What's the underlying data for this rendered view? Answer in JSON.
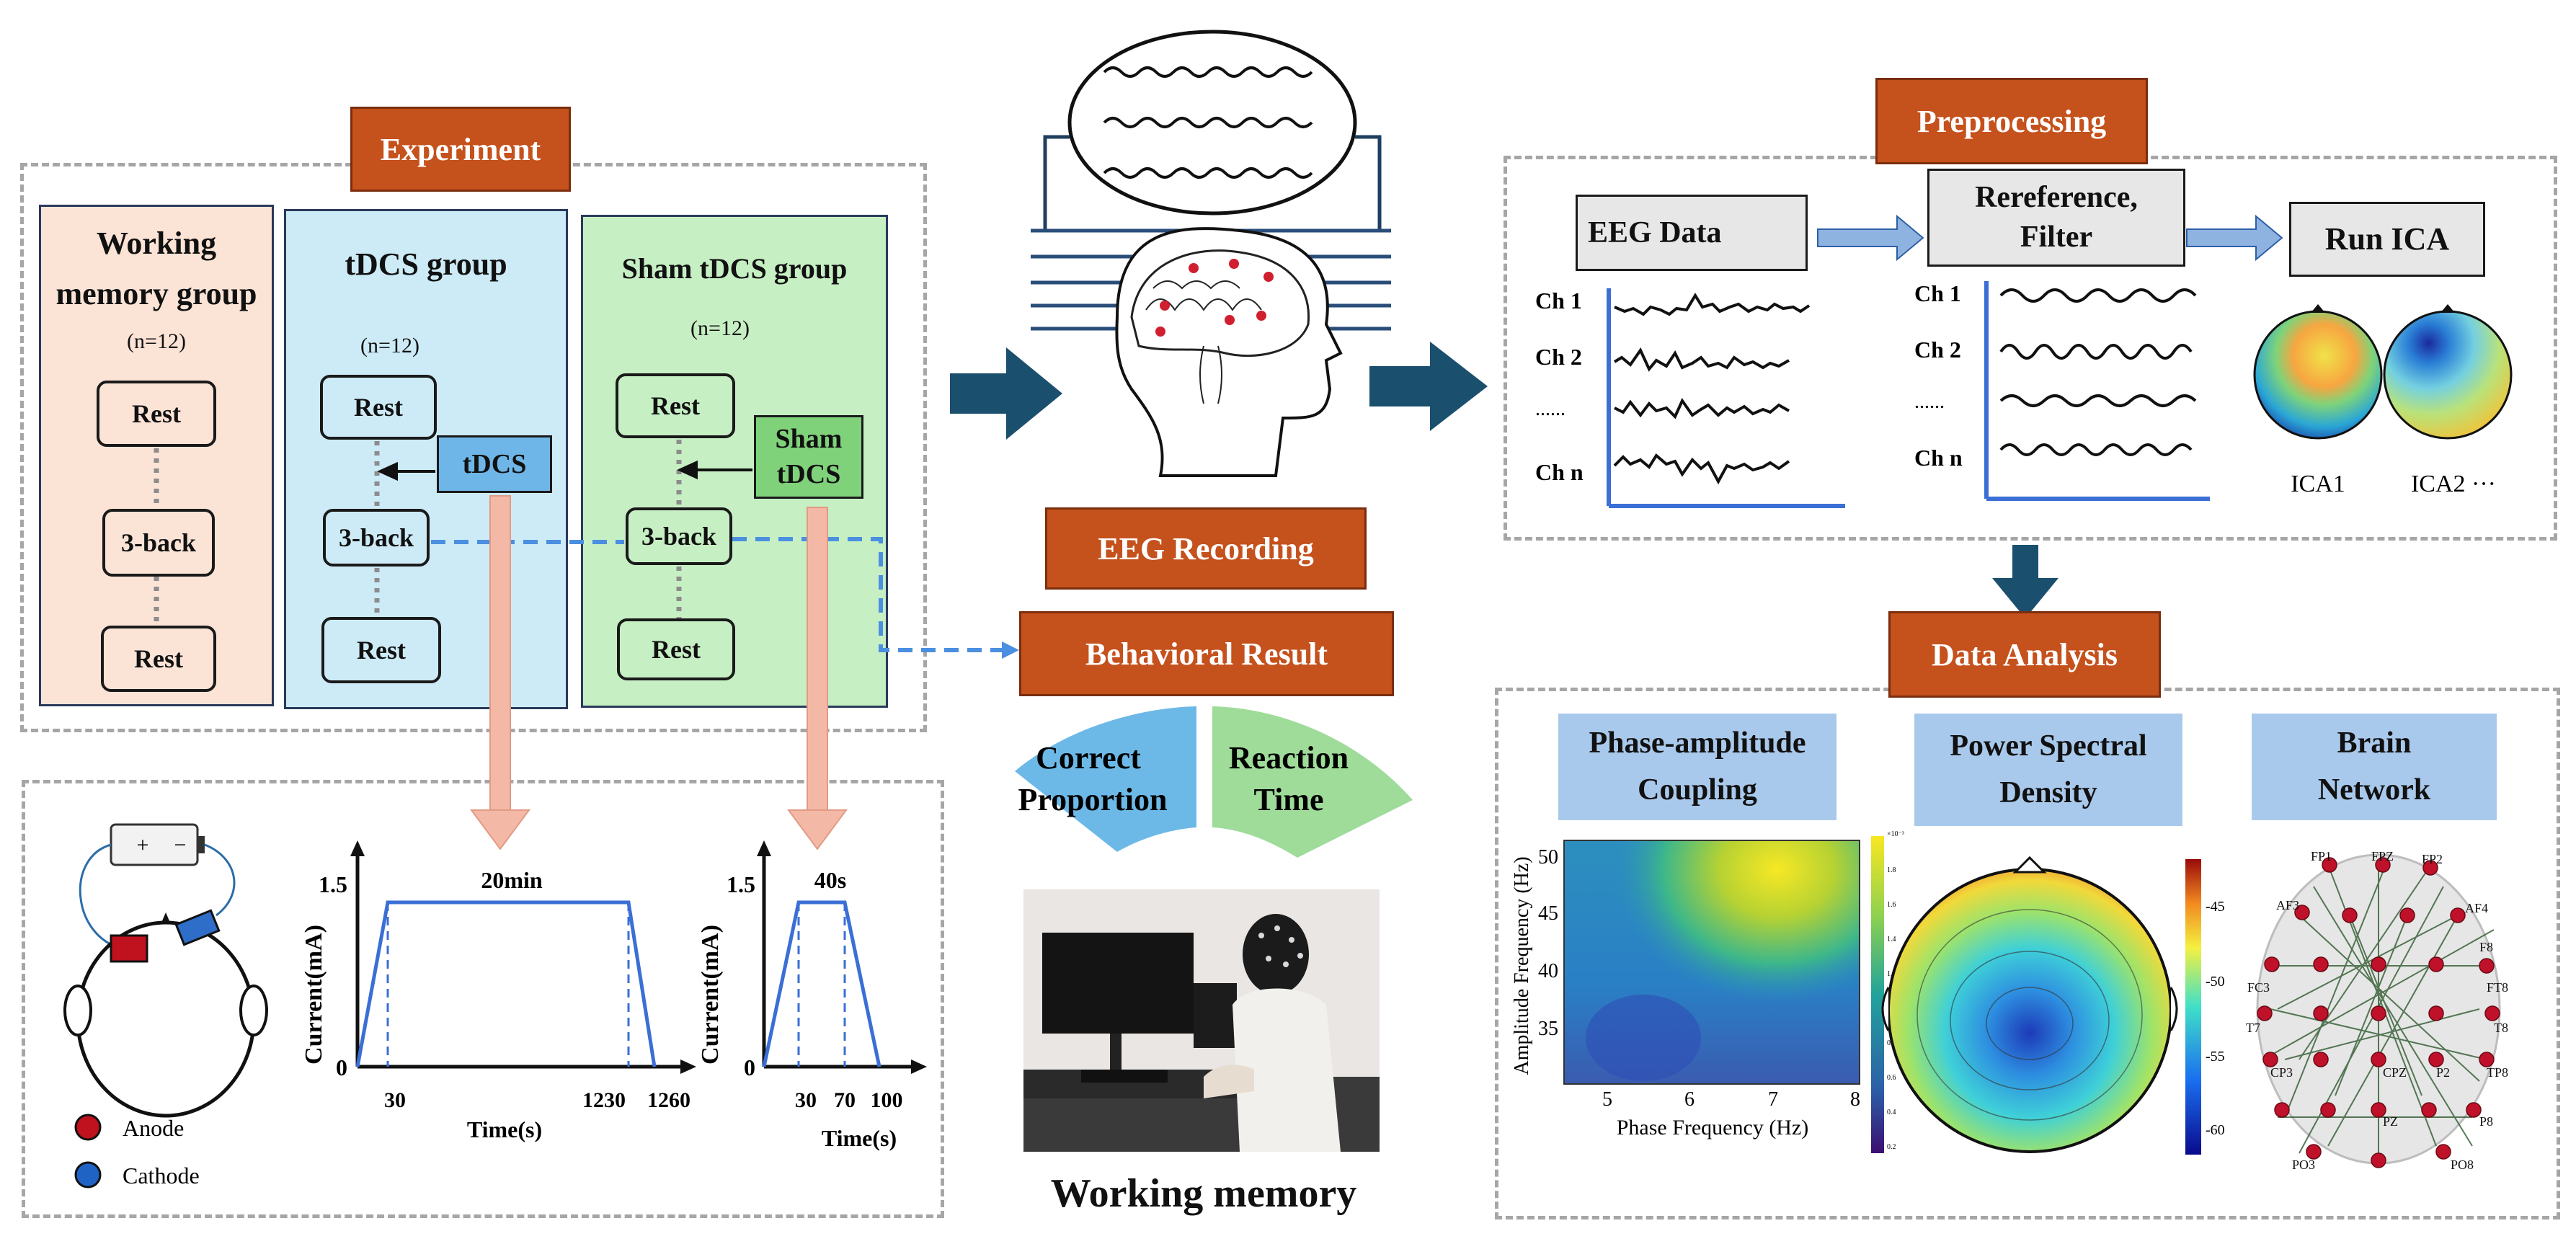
{
  "experiment": {
    "title": "Experiment",
    "groups": [
      {
        "name": "Working memory group",
        "n": "(n=12)",
        "steps": [
          "Rest",
          "3-back",
          "Rest"
        ]
      },
      {
        "name": "tDCS group",
        "n": "(n=12)",
        "steps": [
          "Rest",
          "3-back",
          "Rest"
        ],
        "stim": "tDCS"
      },
      {
        "name": "Sham tDCS group",
        "n": "(n=12)",
        "steps": [
          "Rest",
          "3-back",
          "Rest"
        ],
        "stim": "Sham tDCS"
      }
    ]
  },
  "stimulation": {
    "battery_plus": "+",
    "battery_minus": "−",
    "legend": [
      "Anode",
      "Cathode"
    ],
    "colors": {
      "anode": "#c0111f",
      "cathode": "#1f63c4"
    },
    "plot1": {
      "duration": "20min",
      "ylabel": "Current(mA)",
      "xlabel": "Time(s)",
      "y_ticks": [
        "1.5",
        "0"
      ],
      "x_ticks": [
        "30",
        "1230",
        "1260"
      ]
    },
    "plot2": {
      "duration": "40s",
      "ylabel": "Current(mA)",
      "xlabel": "Time(s)",
      "y_ticks": [
        "1.5",
        "0"
      ],
      "x_ticks": [
        "30",
        "70",
        "100"
      ]
    }
  },
  "center": {
    "eeg_recording": "EEG Recording",
    "behavioral_result": "Behavioral Result",
    "fan": [
      "Correct Proportion",
      "Reaction Time"
    ],
    "working_memory": "Working memory"
  },
  "preprocessing": {
    "title": "Preprocessing",
    "steps": [
      "EEG Data",
      "Rereference, Filter",
      "Run ICA"
    ],
    "channels_raw": [
      "Ch 1",
      "Ch 2",
      "......",
      "Ch n"
    ],
    "channels_filtered": [
      "Ch 1",
      "Ch 2",
      "......",
      "Ch n"
    ],
    "ica_labels": [
      "ICA1",
      "ICA2 ···"
    ]
  },
  "analysis": {
    "title": "Data Analysis",
    "methods": [
      "Phase-amplitude Coupling",
      "Power Spectral Density",
      "Brain Network"
    ],
    "pac": {
      "xlabel": "Phase Frequency (Hz)",
      "ylabel": "Amplitude Frequency (Hz)",
      "x_ticks": [
        "5",
        "6",
        "7",
        "8"
      ],
      "y_ticks": [
        "50",
        "45",
        "40",
        "35"
      ],
      "cbar_ticks": [
        "1.8",
        "1.6",
        "1.4",
        "1.2",
        "1",
        "0.8",
        "0.6",
        "0.4",
        "0.2"
      ],
      "cbar_exp": "×10⁻³"
    },
    "psd": {
      "cbar_ticks": [
        "-45",
        "-50",
        "-55",
        "-60"
      ]
    },
    "network": {
      "electrodes": [
        "FP1",
        "FPZ",
        "FP2",
        "AF3",
        "AF4",
        "F8",
        "FC3",
        "FT8",
        "T7",
        "T8",
        "CP3",
        "CPZ",
        "P2",
        "TP8",
        "PZ",
        "P8",
        "PO3",
        "PO8"
      ]
    }
  }
}
